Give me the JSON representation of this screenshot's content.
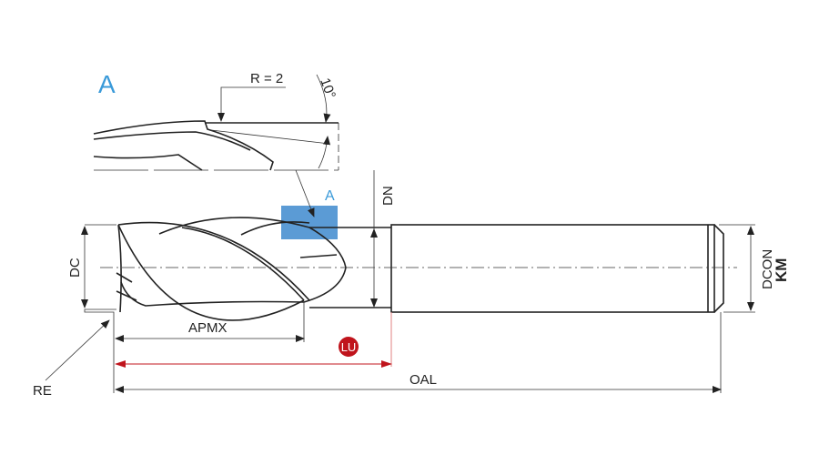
{
  "detail": {
    "label": "A",
    "radius_label": "R = 2",
    "angle_label": "10°"
  },
  "callout": {
    "label": "A"
  },
  "dimensions": {
    "dc": "DC",
    "dn": "DN",
    "dcon": "DCON",
    "km": "KM",
    "apmx": "APMX",
    "lu": "LU",
    "oal": "OAL",
    "re": "RE"
  },
  "colors": {
    "accent_blue": "#3a9ad9",
    "highlight_blue": "#5b9bd5",
    "lu_red": "#c0141c"
  }
}
